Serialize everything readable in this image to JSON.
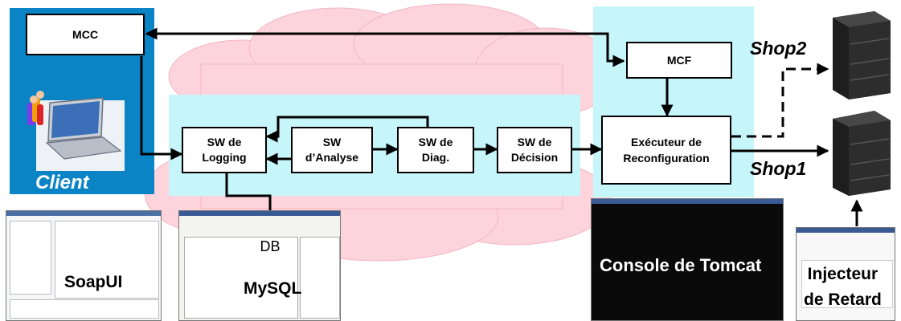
{
  "nodes": {
    "mcc": "MCC",
    "mcf": "MCF",
    "logging": "SW de\nLogging",
    "analyse": "SW\nd’Analyse",
    "diag": "SW de\nDiag.",
    "decision": "SW de\nDécision",
    "executeur": "Exécuteur de\nReconfiguration",
    "db": "DB"
  },
  "labels": {
    "client": "Client",
    "shop1": "Shop1",
    "shop2": "Shop2",
    "soapui": "SoapUI",
    "mysql": "MySQL",
    "tomcat": "Console de Tomcat",
    "injecteur": "Injecteur\nde Retard"
  },
  "colors": {
    "client_panel": "#0b84c6",
    "light_panel": "#c6f6fa",
    "cloud": "#fdd3dc",
    "console_bg": "#0a0a0a",
    "server_dark": "#1e1e1e"
  }
}
